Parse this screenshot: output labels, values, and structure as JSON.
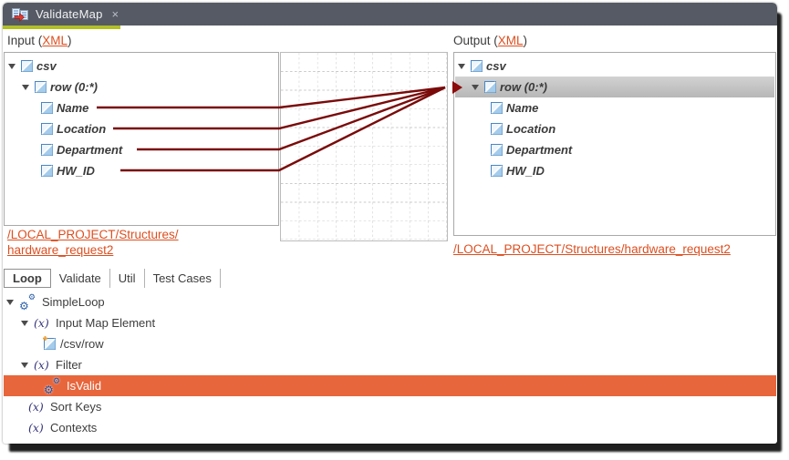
{
  "tab_bar": {
    "title": "ValidateMap"
  },
  "icons": {
    "gear": "⚙",
    "close": "×",
    "fx": "(x)"
  },
  "input_panel": {
    "header_prefix": "Input (",
    "header_link": "XML",
    "header_suffix": ")",
    "tree": [
      {
        "label": "csv"
      },
      {
        "label": "row (0:*)"
      },
      {
        "label": "Name"
      },
      {
        "label": "Location"
      },
      {
        "label": "Department"
      },
      {
        "label": "HW_ID"
      }
    ],
    "path_link_line1": "/LOCAL_PROJECT/Structures/",
    "path_link_line2": "hardware_request2"
  },
  "output_panel": {
    "header_prefix": "Output (",
    "header_link": "XML",
    "header_suffix": ")",
    "tree": [
      {
        "label": "csv"
      },
      {
        "label": "row (0:*)"
      },
      {
        "label": "Name"
      },
      {
        "label": "Location"
      },
      {
        "label": "Department"
      },
      {
        "label": "HW_ID"
      }
    ],
    "path_link": "/LOCAL_PROJECT/Structures/hardware_request2"
  },
  "mapping": {
    "line_color": "#7a0a0a",
    "links": [
      {
        "from": "Name",
        "to": "row (0:*)"
      },
      {
        "from": "Location",
        "to": "row (0:*)"
      },
      {
        "from": "Department",
        "to": "row (0:*)"
      },
      {
        "from": "HW_ID",
        "to": "row (0:*)"
      }
    ]
  },
  "bottom_tabs": {
    "tabs": [
      {
        "label": "Loop",
        "active": true
      },
      {
        "label": "Validate",
        "active": false
      },
      {
        "label": "Util",
        "active": false
      },
      {
        "label": "Test Cases",
        "active": false
      }
    ]
  },
  "loop_tree": {
    "items": [
      {
        "label": "SimpleLoop",
        "icon": "gears",
        "selected": false
      },
      {
        "label": "Input Map Element",
        "icon": "fx",
        "selected": false
      },
      {
        "label": "/csv/row",
        "icon": "element-new",
        "selected": false
      },
      {
        "label": "Filter",
        "icon": "fx",
        "selected": false
      },
      {
        "label": "IsValid",
        "icon": "gears",
        "selected": true
      },
      {
        "label": "Sort Keys",
        "icon": "fx",
        "selected": false
      },
      {
        "label": "Contexts",
        "icon": "fx",
        "selected": false
      }
    ]
  },
  "colors": {
    "tab_bar_bg": "#565a64",
    "tab_underline": "#b2c024",
    "mapping_line": "#7a0a0a",
    "selection_orange": "#e8663c",
    "row_highlight_gray": "#c0c0c0",
    "link_orange": "#dd4f20"
  }
}
